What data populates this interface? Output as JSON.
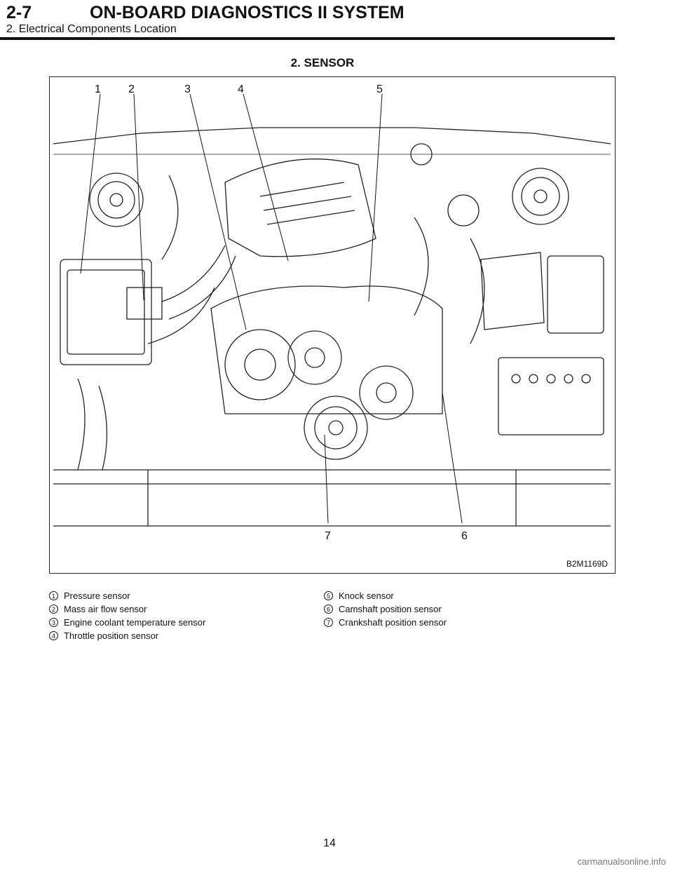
{
  "header": {
    "section_number": "2-7",
    "title": "ON-BOARD DIAGNOSTICS II SYSTEM",
    "subtitle": "2. Electrical Components Location"
  },
  "section_title": "2. SENSOR",
  "figure": {
    "id": "B2M1169D",
    "callouts": [
      "1",
      "2",
      "3",
      "4",
      "5",
      "6",
      "7"
    ]
  },
  "legend": {
    "left": [
      {
        "num": "1",
        "label": "Pressure sensor"
      },
      {
        "num": "2",
        "label": "Mass air flow sensor"
      },
      {
        "num": "3",
        "label": "Engine coolant temperature sensor"
      },
      {
        "num": "4",
        "label": "Throttle position sensor"
      }
    ],
    "right": [
      {
        "num": "5",
        "label": "Knock sensor"
      },
      {
        "num": "6",
        "label": "Camshaft position sensor"
      },
      {
        "num": "7",
        "label": "Crankshaft position sensor"
      }
    ]
  },
  "page_number": "14",
  "watermark": "carmanualsonline.info"
}
